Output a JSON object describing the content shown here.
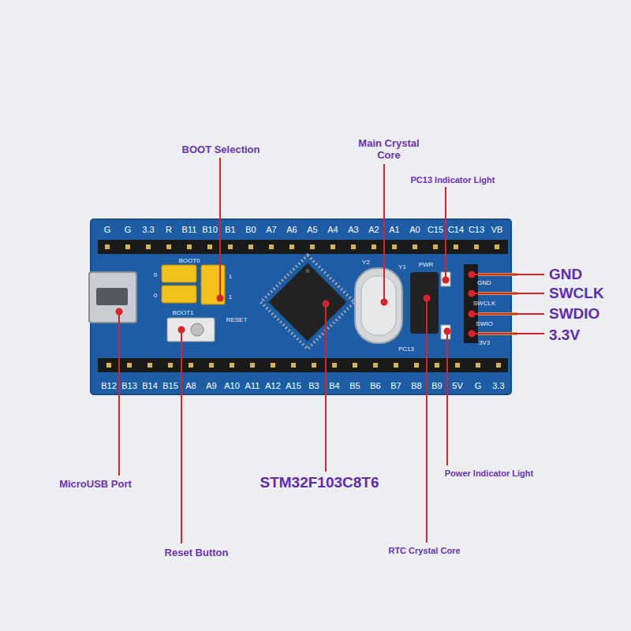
{
  "diagram": {
    "labels": [
      "BOOT Selection",
      "Main Crystal Core",
      "PC13 Indicator Light",
      "GND",
      "SWCLK",
      "SWDIO",
      "3.3V",
      "MicroUSB Port",
      "STM32F103C8T6",
      "Power Indicator Light",
      "Reset Button",
      "RTC Crystal Core",
      "G",
      "G",
      "3.3",
      "R",
      "B11",
      "B10",
      "B1",
      "B0",
      "A7",
      "A6",
      "A5",
      "A4",
      "A3",
      "A2",
      "A1",
      "A0",
      "C15",
      "C14",
      "C13",
      "VB",
      "B12",
      "B13",
      "B14",
      "B15",
      "A8",
      "A9",
      "A10",
      "A11",
      "A12",
      "A15",
      "B3",
      "B4",
      "B5",
      "B6",
      "B7",
      "B8",
      "B9",
      "5V",
      "G",
      "3.3",
      "BOOT0",
      "BOOT1",
      "0",
      "1",
      "0",
      "1",
      "RESET",
      "Y2",
      "Y1",
      "PWR",
      "PC13",
      "GND",
      "SWCLK",
      "SWIO",
      "3V3"
    ]
  }
}
